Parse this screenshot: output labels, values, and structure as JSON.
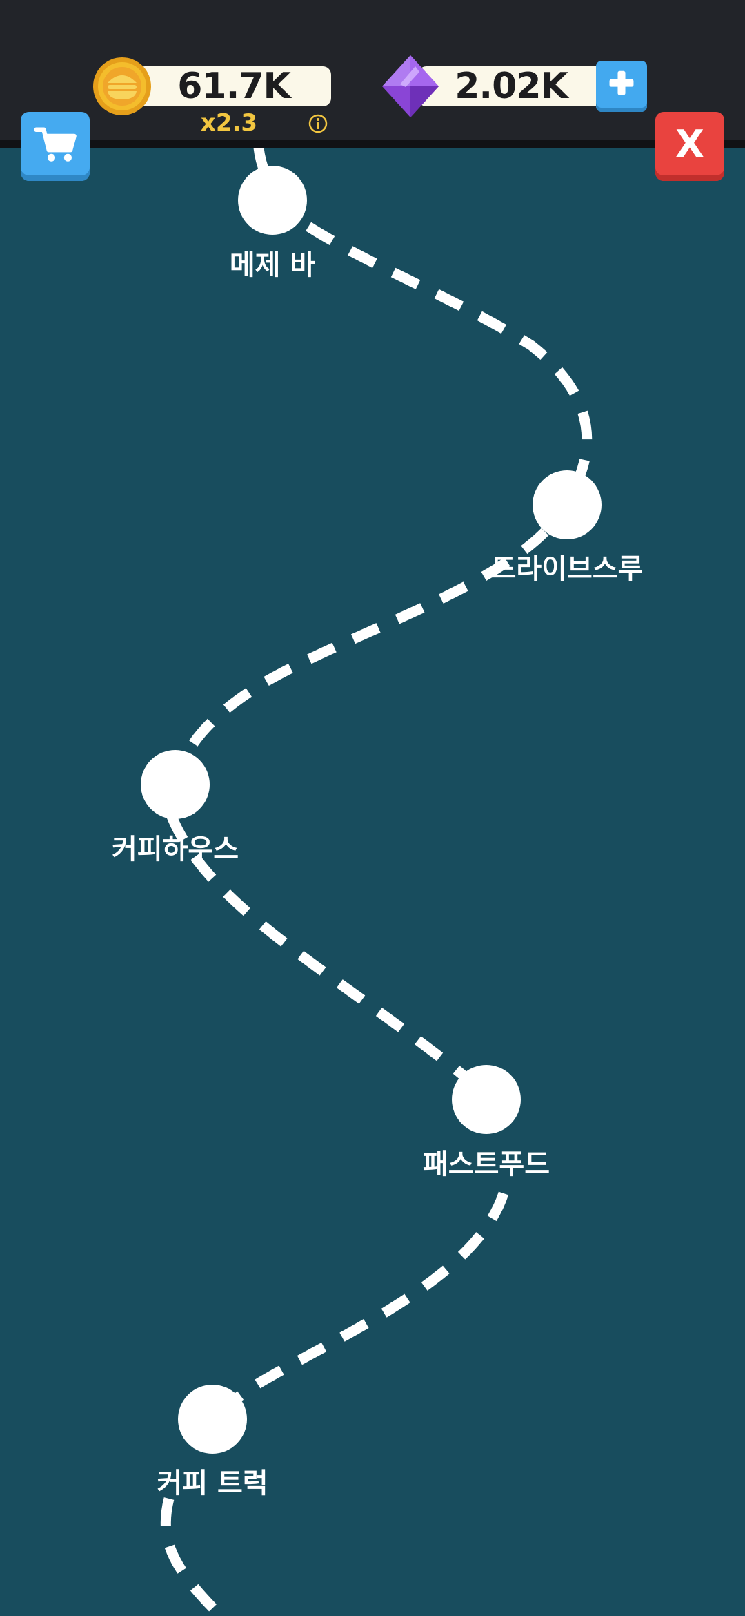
{
  "header": {
    "coins": "61.7K",
    "multiplier": "x2.3",
    "gems": "2.02K",
    "plus_label": "+",
    "close_label": "X"
  },
  "locations": [
    {
      "name": "메제 바"
    },
    {
      "name": "드라이브스루"
    },
    {
      "name": "커피하우스"
    },
    {
      "name": "패스트푸드"
    },
    {
      "name": "커피 트럭"
    }
  ],
  "colors": {
    "background": "#184d5e",
    "top_bar": "#222429",
    "coin": "#f0b323",
    "gem": "#9b59e3",
    "shop_button": "#45aaf0",
    "close_button": "#e9433f",
    "path": "#ffffff"
  }
}
